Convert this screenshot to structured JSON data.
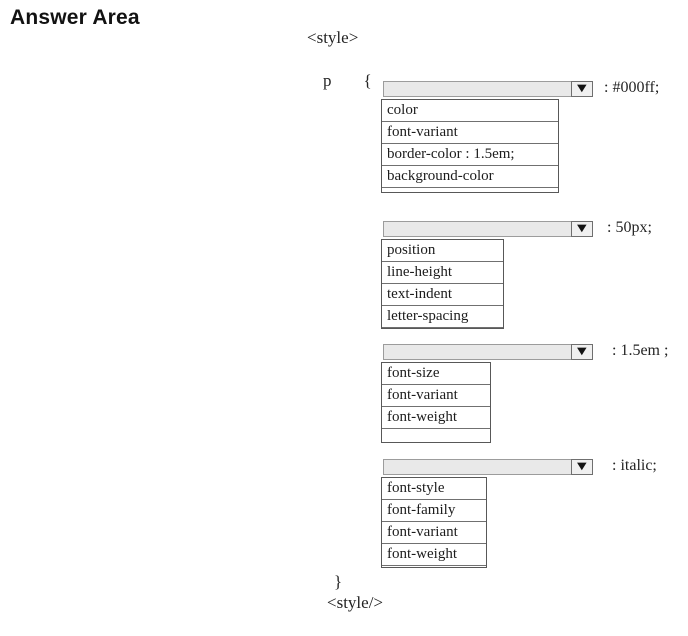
{
  "title": "Answer Area",
  "code": {
    "style_open": "<style>",
    "selector": "p",
    "brace_open": "{",
    "brace_close": "}",
    "style_close": "<style/>"
  },
  "dropdowns": [
    {
      "value": ": #000ff;",
      "options": [
        "color",
        "font-variant",
        "border-color : 1.5em;",
        "background-color"
      ]
    },
    {
      "value": ": 50px;",
      "options": [
        "position",
        "line-height",
        "text-indent",
        "letter-spacing"
      ]
    },
    {
      "value": ": 1.5em ;",
      "options": [
        "font-size",
        "font-variant",
        "font-weight"
      ]
    },
    {
      "value": ": italic;",
      "options": [
        "font-style",
        "font-family",
        "font-variant",
        "font-weight"
      ]
    }
  ],
  "icons": {
    "dropdown_arrow": "▼"
  },
  "colors": {
    "dropdown_fill": "#e9e9e9",
    "dropdown_border": "#9c9c9c",
    "list_border": "#585858",
    "row_divider": "#707070",
    "text": "#1c1c1c",
    "background": "#ffffff"
  }
}
